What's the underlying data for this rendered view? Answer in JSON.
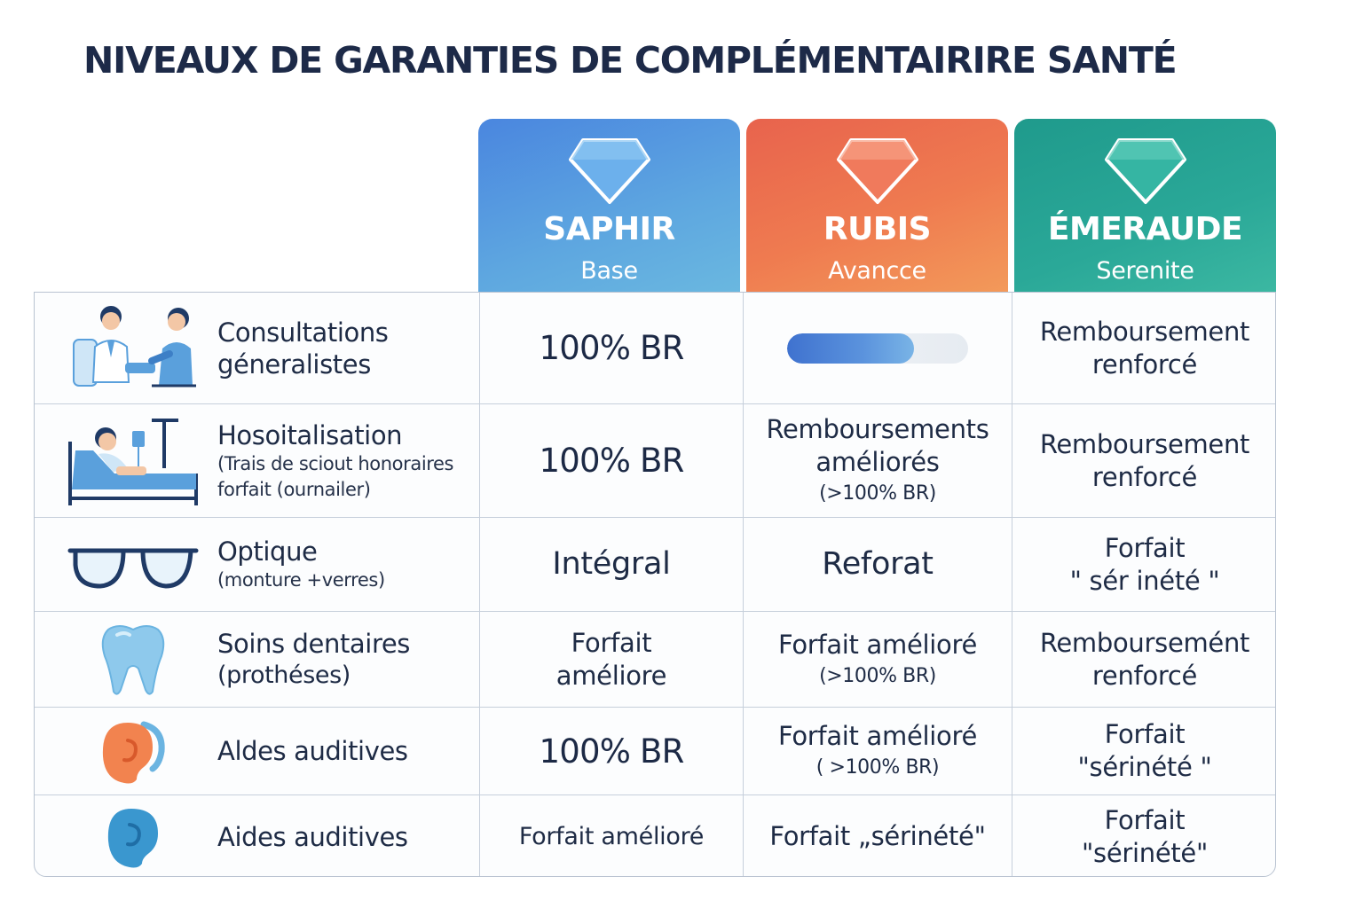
{
  "title": "NIVEAUX DE GARANTIES DE COMPLÉMENTAIRIRE SANTÉ",
  "colors": {
    "saphir": "#4a86df",
    "rubis": "#e8634d",
    "emeraude": "#1f9a8c",
    "text": "#1e2b45",
    "border": "#c6cfdb"
  },
  "plans": [
    {
      "name": "SAPHIR",
      "subtitle": "Base",
      "icon": "diamond-icon"
    },
    {
      "name": "RUBIS",
      "subtitle": "Avancce",
      "icon": "diamond-icon"
    },
    {
      "name": "ÉMERAUDE",
      "subtitle": "Serenite",
      "icon": "diamond-icon"
    }
  ],
  "rows": [
    {
      "icon": "doctor-patient-icon",
      "label": "Consultations",
      "label_line2": "géneralistes",
      "saphir": "100% BR",
      "rubis_progress": 0.7,
      "emeraude": [
        "Remboursement",
        "renforcé"
      ]
    },
    {
      "icon": "hospital-bed-icon",
      "label": "Hosoitalisation",
      "sub_line1": "(Trais de sciout honoraires",
      "sub_line2": "forfait (ournailer)",
      "saphir": "100% BR",
      "rubis": [
        "Remboursements",
        "améliorés"
      ],
      "rubis_note": "(>100% BR)",
      "emeraude": [
        "Remboursement",
        "renforcé"
      ]
    },
    {
      "icon": "glasses-icon",
      "label": "Optique",
      "sub_line1": "(monture +verres)",
      "saphir": "Intégral",
      "rubis": "Reforat",
      "emeraude": [
        "Forfait",
        "\" sér inété \""
      ]
    },
    {
      "icon": "tooth-icon",
      "label": "Soins dentaires",
      "label_line2": "(prothéses)",
      "saphir": [
        "Forfait",
        "améliore"
      ],
      "rubis": "Forfait amélioré",
      "rubis_note": "(>100% BR)",
      "emeraude": [
        "Remboursemént",
        "renforcé"
      ]
    },
    {
      "icon": "ear-icon",
      "label": "Aldes auditives",
      "saphir": "100% BR",
      "rubis": "Forfait amélioré",
      "rubis_note": "( >100% BR)",
      "emeraude": [
        "Forfait",
        "\"sérinété \""
      ]
    },
    {
      "icon": "ear-icon",
      "label": "Aides auditives",
      "saphir": "Forfait amélioré",
      "rubis": "Forfait „sérinété\"",
      "emeraude": [
        "Forfait",
        "\"sérinété\""
      ]
    }
  ]
}
